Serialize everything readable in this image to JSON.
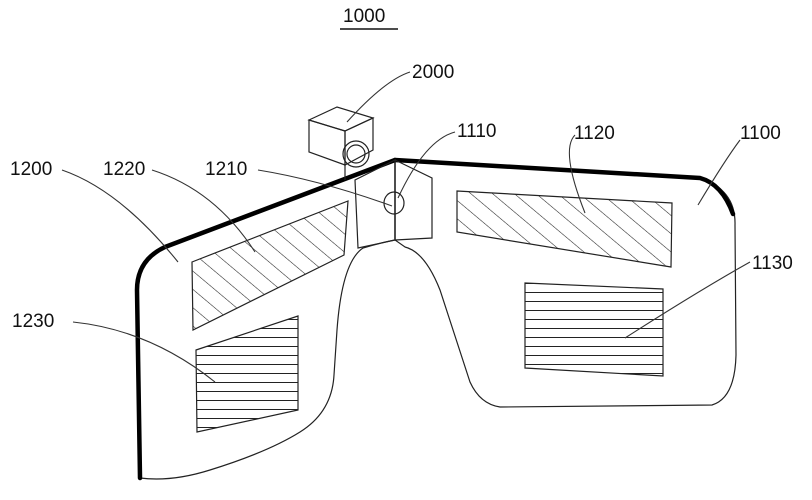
{
  "figure": {
    "title": "1000",
    "labels": {
      "device_2000": "2000",
      "part_1110": "1110",
      "part_1120": "1120",
      "part_1100": "1100",
      "part_1200": "1200",
      "part_1220": "1220",
      "part_1210": "1210",
      "part_1130": "1130",
      "part_1230": "1230"
    },
    "colors": {
      "stroke": "#000000",
      "background": "#ffffff"
    }
  }
}
